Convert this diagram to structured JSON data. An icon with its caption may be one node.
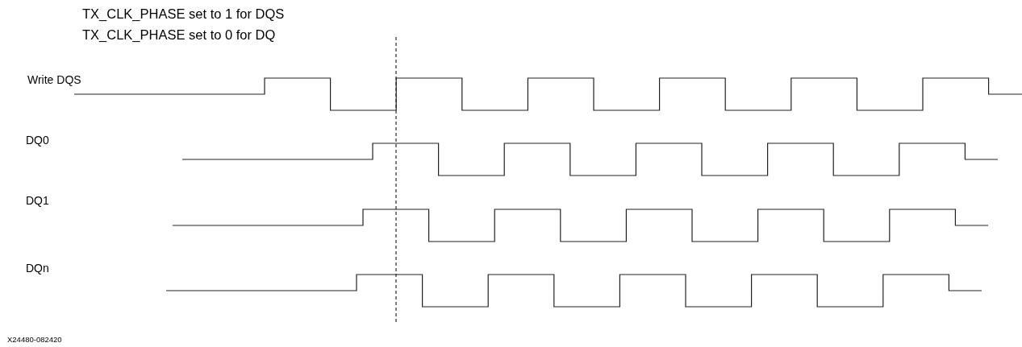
{
  "diagram": {
    "labels": [
      "TX_CLK_PHASE set to 1 for DQS",
      "TX_CLK_PHASE set to 0 for DQ",
      "Write DQS",
      "DQ0",
      "DQ1",
      "DQn",
      "X24480-082420"
    ]
  }
}
